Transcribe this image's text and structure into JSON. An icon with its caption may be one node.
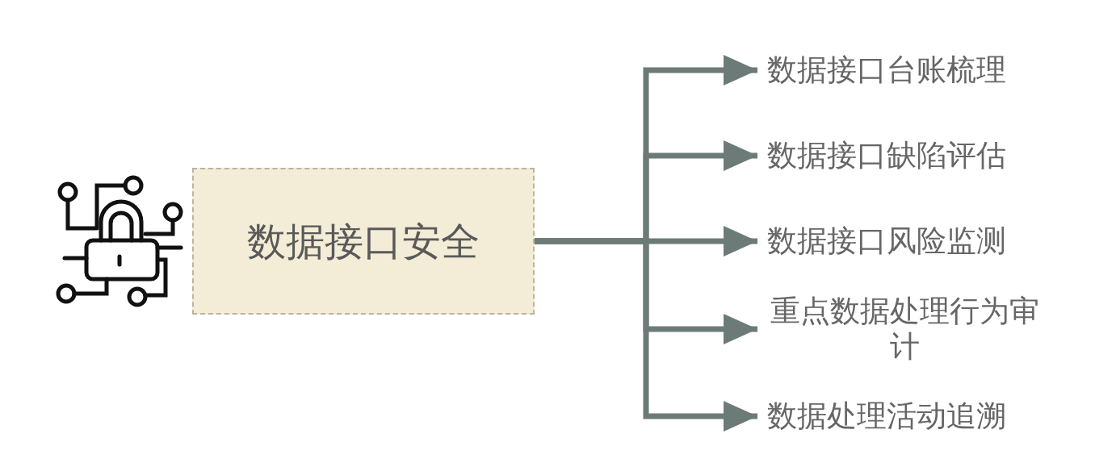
{
  "diagram": {
    "nodes": [
      {
        "text": [
          "数据接口安全"
        ]
      },
      {
        "text": [
          "数据接口台账梳理"
        ]
      },
      {
        "text": [
          "数据接口缺陷评估"
        ]
      },
      {
        "text": [
          "数据接口风险监测"
        ]
      },
      {
        "text": [
          "重点数据处理行为审计"
        ]
      },
      {
        "text": [
          "数据处理活动追溯"
        ]
      }
    ],
    "edges": [
      {
        "from": 0,
        "to": 1,
        "arrow": "to"
      },
      {
        "from": 0,
        "to": 2,
        "arrow": "to"
      },
      {
        "from": 0,
        "to": 3,
        "arrow": "to"
      },
      {
        "from": 0,
        "to": 4,
        "arrow": "to"
      },
      {
        "from": 0,
        "to": 5,
        "arrow": "to"
      }
    ]
  }
}
